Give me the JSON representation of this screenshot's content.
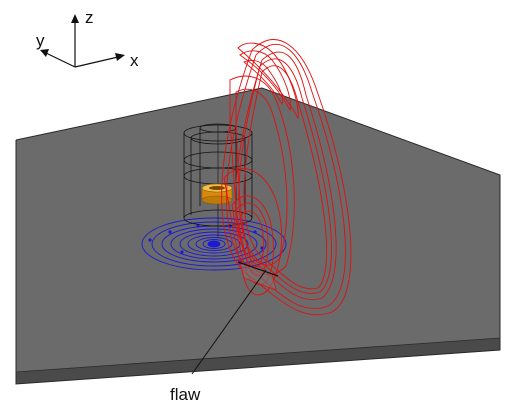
{
  "axes": {
    "x_label": "x",
    "y_label": "y",
    "z_label": "z"
  },
  "annotation": {
    "flaw_label": "flaw"
  },
  "colors": {
    "background": "#ffffff",
    "plate_top": "#6b6b6b",
    "plate_side": "#4a4a4a",
    "plate_edge": "#2a2a2a",
    "field_lines": "#e01010",
    "surface_current": "#1a1ad8",
    "coil": "#e8a21a",
    "wireframe": "#111111"
  }
}
